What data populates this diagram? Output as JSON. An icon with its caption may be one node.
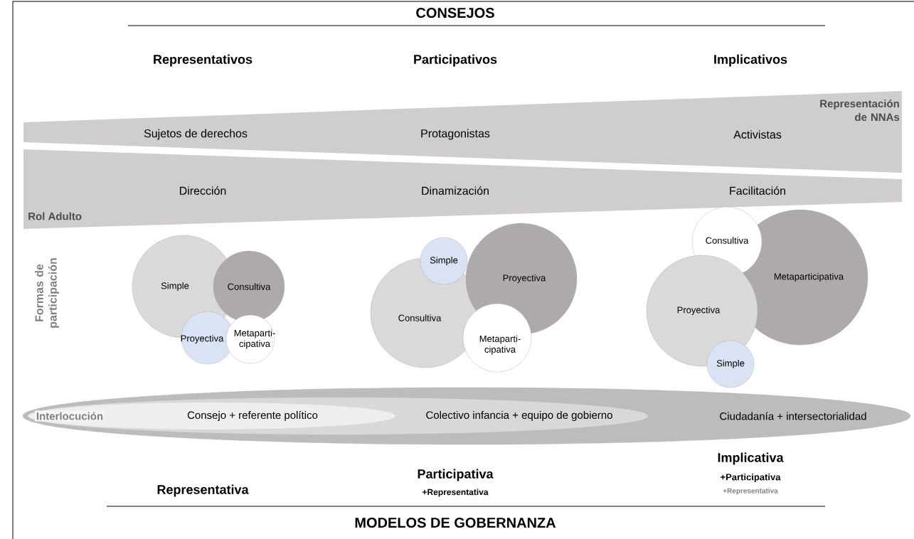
{
  "diagram": {
    "nodes": [
      {
        "text": [
          "Representación de NNAs",
          "Sujetos de derechos",
          "Protagonistas",
          "Activistas"
        ]
      },
      {
        "text": [
          "Dirección",
          "Dinamización",
          "Facilitación",
          "Rol Adulto"
        ]
      },
      {
        "text": [
          "Simple"
        ]
      },
      {
        "text": [
          "Consultiva"
        ]
      },
      {
        "text": [
          "Proyectiva"
        ]
      },
      {
        "text": [
          "Metaparti- cipativa"
        ]
      },
      {
        "text": [
          "Consultiva"
        ]
      },
      {
        "text": [
          "Proyectiva"
        ]
      },
      {
        "text": [
          "Simple"
        ]
      },
      {
        "text": [
          "Metaparti- cipativa"
        ]
      },
      {
        "text": [
          "Metaparticipativa"
        ]
      },
      {
        "text": [
          "Consultiva"
        ]
      },
      {
        "text": [
          "Proyectiva"
        ]
      },
      {
        "text": [
          "Simple"
        ]
      },
      {
        "text": [
          "Ciudadanía + intersectorialidad"
        ]
      },
      {
        "text": [
          "Colectivo infancia + equipo de gobierno"
        ],
        "in": 14
      },
      {
        "text": [
          "Interlocución",
          "Consejo + referente político"
        ],
        "in": 15
      }
    ],
    "labels": [
      "CONSEJOS",
      "Representativos",
      "Participativos",
      "Implicativos",
      "Formas de participación",
      "Implicativa",
      "+Participativa",
      "Participativa",
      "Representativa",
      "+Representativa",
      "+Representativa",
      "MODELOS DE GOBERNANZA"
    ]
  }
}
